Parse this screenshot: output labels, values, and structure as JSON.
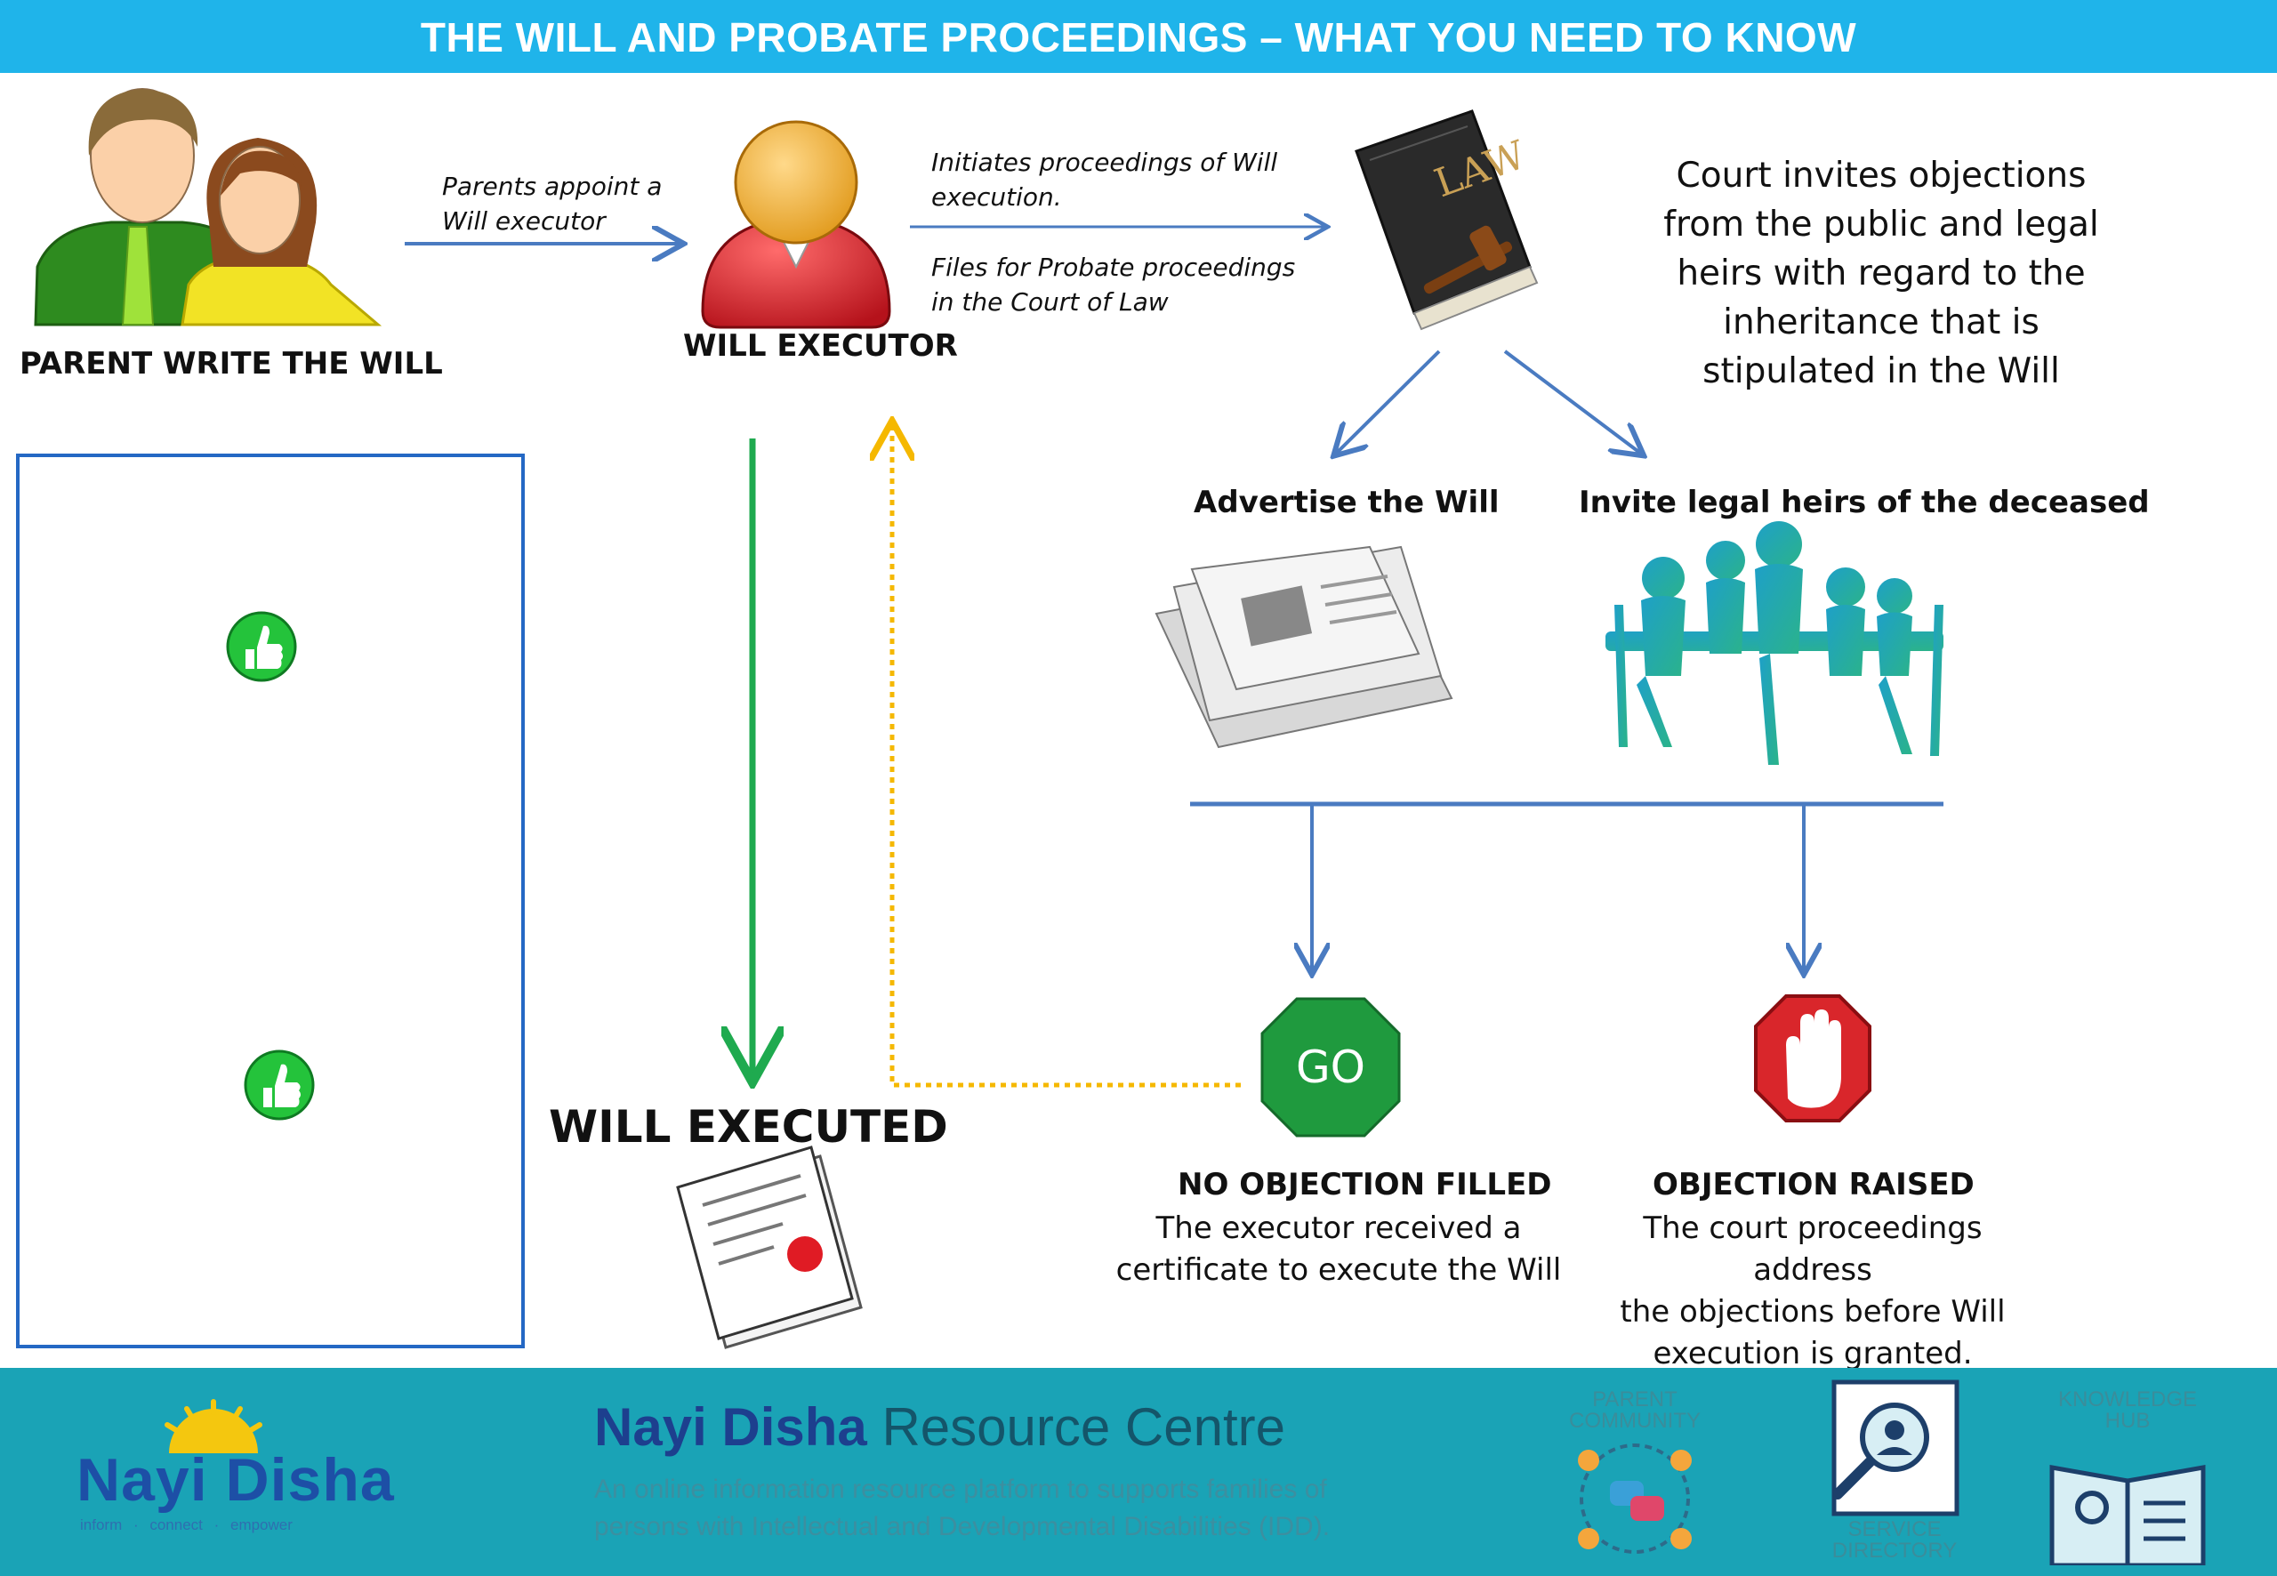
{
  "header": {
    "title": "THE WILL AND PROBATE PROCEEDINGS – WHAT  YOU NEED TO KNOW"
  },
  "flow": {
    "parents_label": "PARENT WRITE THE WILL",
    "arrow1_text": [
      "Parents appoint a",
      "Will executor"
    ],
    "executor_label": "WILL EXECUTOR",
    "arrow2_text_top": [
      "Initiates proceedings of Will",
      "execution."
    ],
    "arrow2_text_bottom": [
      "Files for Probate proceedings",
      "in the Court of Law"
    ],
    "law_book_text": "LAW",
    "court_text": [
      "Court invites objections",
      "from the public and legal",
      "heirs with regard to the",
      "inheritance that is",
      "stipulated in the Will"
    ],
    "advertise_label": "Advertise the Will",
    "invite_label": "Invite legal heirs of the deceased",
    "go_sign_text": "GO",
    "no_objection": {
      "title": "NO OBJECTION FILLED",
      "body": [
        "The executor received a",
        "certificate to execute the Will"
      ]
    },
    "objection": {
      "title": "OBJECTION RAISED",
      "body": [
        "The court proceedings address",
        "the objections before Will",
        "execution is granted."
      ]
    },
    "will_executed_label": "WILL EXECUTED"
  },
  "colors": {
    "header_bg": "#1fb4ea",
    "arrow_blue": "#4a7bc1",
    "green_arrow": "#1faa4f",
    "dotted_yellow": "#f5b800",
    "go_green": "#1f9a3e",
    "stop_red": "#d9262b",
    "footer_bg": "#1aa3b6"
  },
  "footer": {
    "logo_text": "Nayi Disha",
    "logo_tagline": "inform · connect · empower",
    "title_bold": "Nayi Disha",
    "title_light": "Resource Centre",
    "subtitle": [
      "An online information resource platform to supports families of",
      "persons with Intellectual and Developmental Disabilities (IDD)."
    ],
    "icons": [
      {
        "name": "parent-community-icon",
        "label": [
          "PARENT",
          "COMMUNITY"
        ]
      },
      {
        "name": "service-directory-icon",
        "label": [
          "SERVICE",
          "DIRECTORY"
        ]
      },
      {
        "name": "knowledge-hub-icon",
        "label": [
          "KNOWLEDGE",
          "HUB"
        ]
      }
    ]
  }
}
